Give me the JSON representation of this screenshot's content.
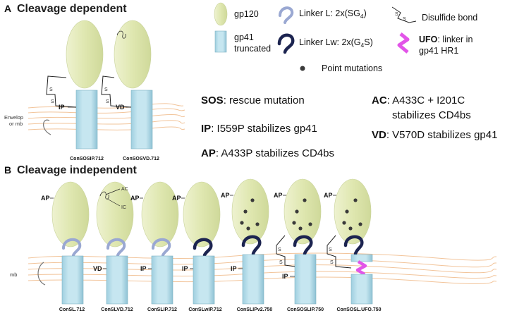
{
  "panel_a": {
    "letter": "A",
    "title": "Cleavage dependent"
  },
  "panel_b": {
    "letter": "B",
    "title": "Cleavage independent"
  },
  "legend": {
    "gp120": "gp120",
    "gp41_line1": "gp41",
    "gp41_line2": "truncated",
    "linker_l": "Linker L:  2x(SG",
    "linker_l_sub": "4",
    "linker_lw": "Linker Lw:  2x(G",
    "linker_lw_sub": "4",
    "linker_lw_tail": "S)",
    "close_paren": ")",
    "disulfide": "Disulfide bond",
    "ufo_bold": "UFO",
    "ufo_rest": ": linker in",
    "ufo_line2": "gp41 HR1",
    "point_mutations": "Point mutations",
    "s_letter": "S"
  },
  "descriptions": {
    "sos_bold": "SOS",
    "sos_rest": ": rescue mutation",
    "ip_bold": "IP",
    "ip_rest": ": I559P stabilizes gp41",
    "ap_bold": "AP",
    "ap_rest": ": A433P stabilizes CD4bs",
    "ac_bold": "AC",
    "ac_rest": ": A433C + I201C",
    "ac_line2": "stabilizes CD4bs",
    "vd_bold": "VD",
    "vd_rest": ": V570D stabilizes gp41"
  },
  "labels": {
    "envelop_line1": "Envelop",
    "envelop_line2": "or mb",
    "mb": "mb",
    "IP": "IP",
    "VD": "VD",
    "AP": "AP",
    "AC": "AC",
    "IC": "IC",
    "S": "S"
  },
  "constructs_a": [
    "ConSOSIP.712",
    "ConSOSVD.712"
  ],
  "constructs_b": [
    "ConSL.712",
    "ConSLVD.712",
    "ConSLIP.712",
    "ConSLwIP.712",
    "ConSLIPv2.750",
    "ConSOSLIP.750",
    "ConSOSL.UFO.750"
  ],
  "colors": {
    "gp120_fill": "#e4ebbd",
    "gp41_fill": "#b9dde8",
    "linker_l": "#9aa8d2",
    "linker_lw": "#1c2450",
    "ufo": "#e255e8",
    "membrane": "#f2c49a",
    "dot": "#3a3a3a"
  }
}
